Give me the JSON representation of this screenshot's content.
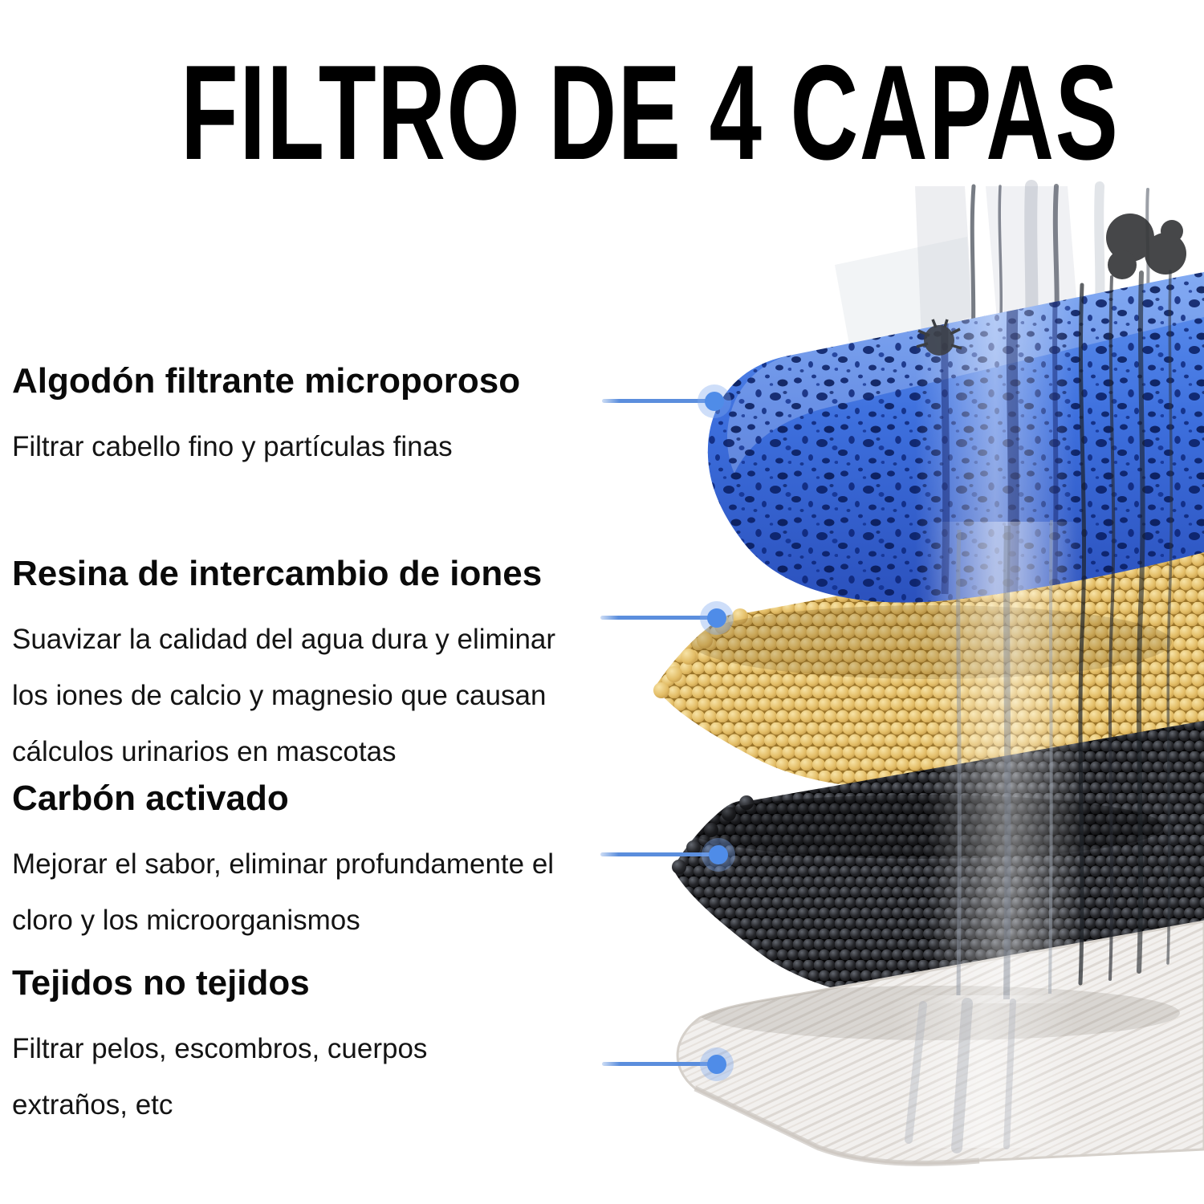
{
  "title": "FILTRO DE 4 CAPAS",
  "callouts": [
    {
      "heading": "Algodón filtrante microporoso",
      "description": "Filtrar cabello fino y partículas finas"
    },
    {
      "heading": "Resina de intercambio de iones",
      "description": "Suavizar la calidad del agua dura y eliminar\nlos iones de calcio y magnesio que causan\ncálculos urinarios en mascotas"
    },
    {
      "heading": "Carbón activado",
      "description": "Mejorar el sabor, eliminar profundamente el\ncloro y los microorganismos"
    },
    {
      "heading": "Tejidos no tejidos",
      "description": "Filtrar pelos, escombros, cuerpos\nextraños, etc"
    }
  ],
  "diagram": {
    "layers": [
      {
        "name": "microporous-filter-cotton",
        "color": "#3d6fdd"
      },
      {
        "name": "ion-exchange-resin-beads",
        "color": "#e3bd66"
      },
      {
        "name": "activated-carbon-beads",
        "color": "#1a1b1e"
      },
      {
        "name": "non-woven-fabric",
        "color": "#f2f0ee"
      }
    ],
    "elements": [
      "water-stream",
      "hair-strands",
      "dirt-particles",
      "mite-particle"
    ]
  },
  "colors": {
    "title_black": "#000000",
    "connector_blue": "#5b8edd",
    "connector_dot_blue": "#4f8ce8",
    "sponge_blue": "#3d6fdd",
    "sponge_pore_navy": "#081c60",
    "resin_yellow": "#e3bd66",
    "carbon_black": "#1a1b1e",
    "fabric_white": "#f2f0ee"
  }
}
